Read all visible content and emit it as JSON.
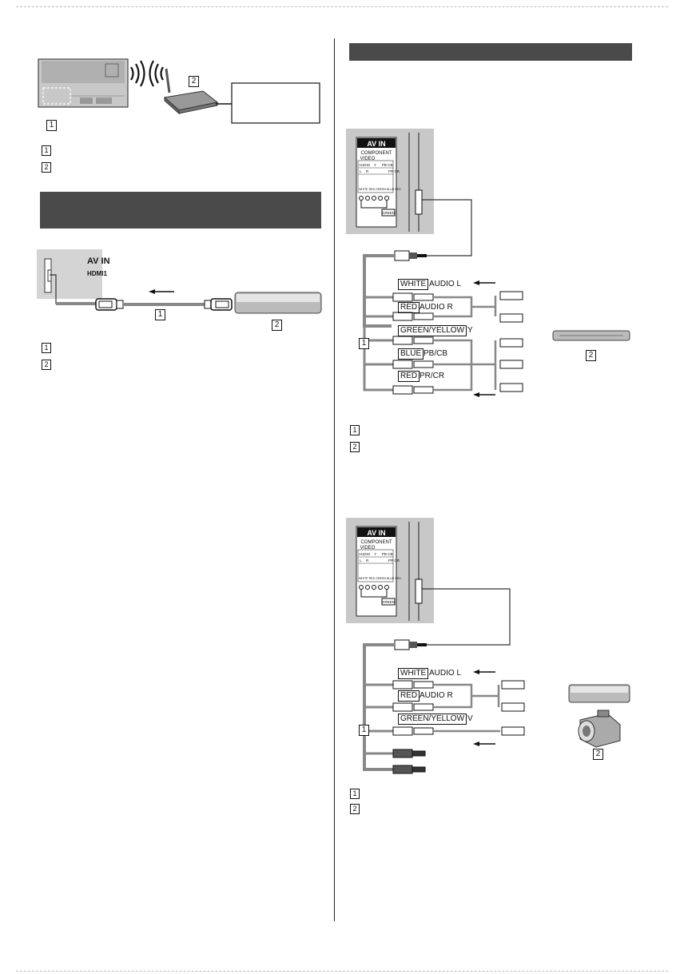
{
  "markers": {
    "one": "1",
    "two": "2"
  },
  "hdmi": {
    "tv_label": "AV IN",
    "tv_port": "HDMI1"
  },
  "av_panel": {
    "title": "AV IN",
    "component": "COMPONENT",
    "video": "VIDEO",
    "audio": "AUDIO",
    "l": "L",
    "r": "R",
    "y": "Y",
    "pb_cb": "PB CB",
    "pr_cr": "PR CR",
    "rca_label": "WHITE RED GREEN BLUE RED",
    "green": "GREEN"
  },
  "component_cables": {
    "white_tag": "WHITE",
    "white_text": "AUDIO L",
    "red_tag": "RED",
    "red_text": "AUDIO R",
    "green_tag": "GREEN/YELLOW",
    "green_text": "Y",
    "blue_tag": "BLUE",
    "blue_text": "PB/CB",
    "red2_tag": "RED",
    "red2_text": "PR/CR"
  },
  "composite_cables": {
    "white_tag": "WHITE",
    "white_text": "AUDIO L",
    "red_tag": "RED",
    "red_text": "AUDIO R",
    "green_tag": "GREEN/YELLOW",
    "green_text": "V"
  },
  "colors": {
    "header_bar": "#4a4a4a",
    "panel_bg": "#c8c8c8",
    "cable_gray": "#888888"
  }
}
